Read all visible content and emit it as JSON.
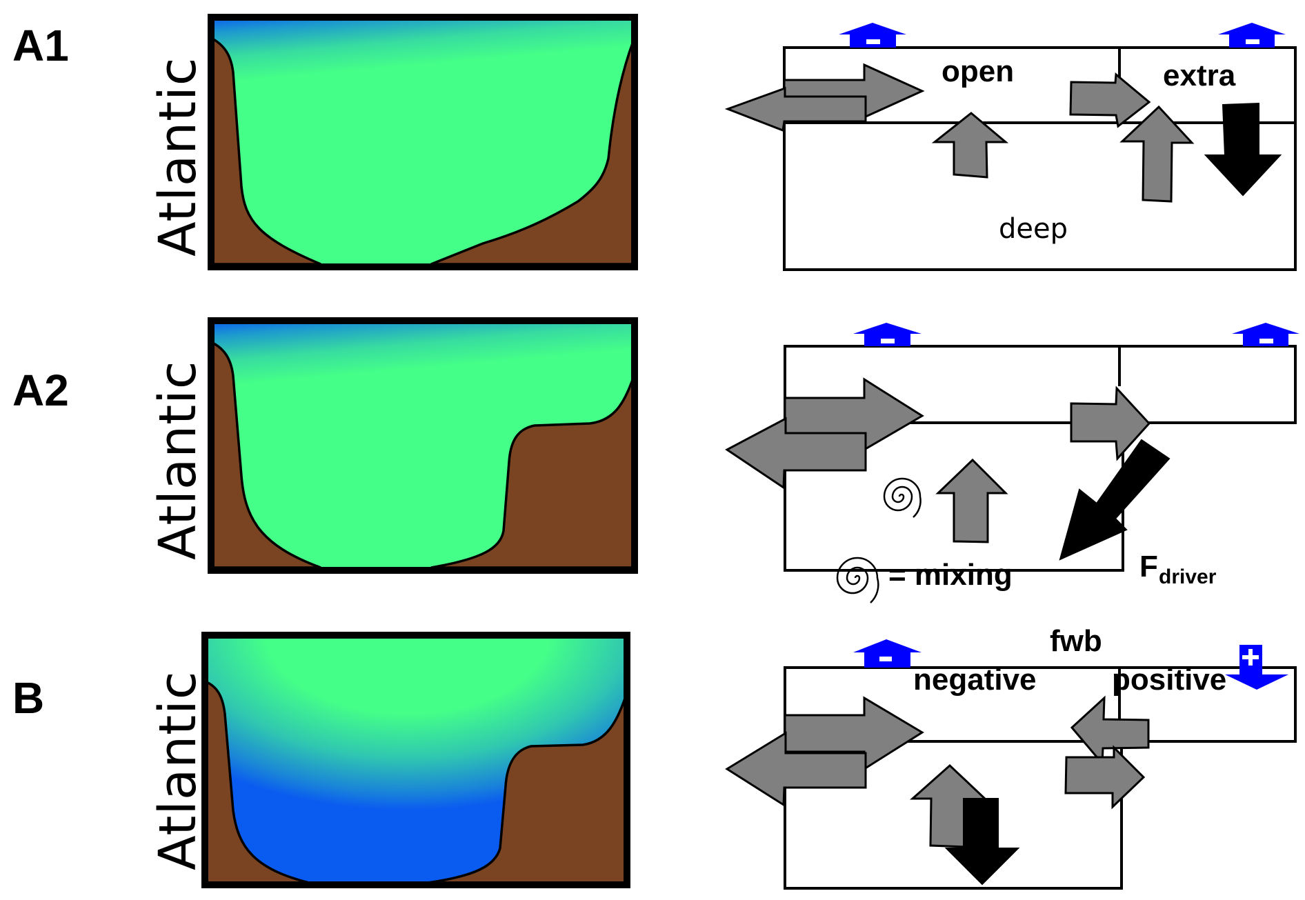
{
  "panels": [
    {
      "id": "A1",
      "label": "A1",
      "ocean": "Atlantic",
      "boxes": {
        "open": "open",
        "extra": "extra",
        "deep": "deep"
      },
      "flux_signs": [
        "-",
        "-"
      ]
    },
    {
      "id": "A2",
      "label": "A2",
      "ocean": "Atlantic",
      "legend": {
        "symbol": "spiral",
        "text": "= mixing"
      },
      "driver": {
        "main": "F",
        "subscript": "driver"
      },
      "flux_signs": [
        "-",
        "-"
      ]
    },
    {
      "id": "B",
      "label": "B",
      "ocean": "Atlantic",
      "fwb": {
        "negative": "negative",
        "superscript": "fwb",
        "positive": "positive"
      },
      "flux_signs": [
        "-",
        "+"
      ]
    }
  ],
  "colors": {
    "surface_fresh": "#0a5cf0",
    "water": "#44ff88",
    "land": "#7a4422",
    "flux_arrow": "#0000ff",
    "exchange_arrow": "#808080",
    "sinking_arrow": "#000000"
  }
}
